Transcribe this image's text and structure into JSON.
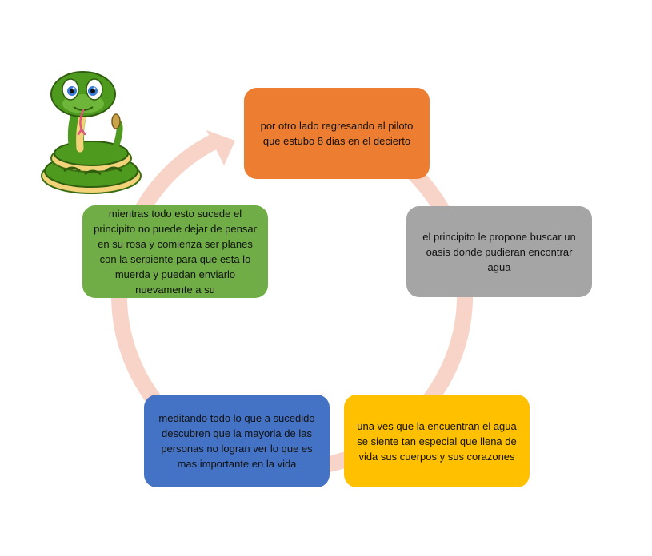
{
  "colors": {
    "ring": "#F8D3C8",
    "top": "#ED7D31",
    "right": "#A5A5A5",
    "bottom_right": "#FFC000",
    "bottom_left": "#4472C4",
    "left": "#70AD47",
    "snake_body": "#4E9A1E",
    "snake_belly": "#F3D37A"
  },
  "nodes": {
    "top": {
      "text": "por otro lado regresando al piloto que estubo 8 dias en el decierto"
    },
    "right": {
      "text": "el principito le propone buscar un oasis donde pudieran encontrar agua"
    },
    "bottom_right": {
      "text": "una ves que la encuentran el agua se siente tan especial que llena de vida sus cuerpos y sus corazones"
    },
    "bottom_left": {
      "text": "meditando todo lo que a sucedido descubren que la mayoria de las personas no logran ver lo que es mas importante en la vida"
    },
    "left": {
      "text": "mientras todo esto sucede el principito no puede dejar de pensar en su rosa y comienza ser planes con la serpiente para que esta lo muerda y puedan enviarlo nuevamente a su"
    }
  },
  "illustration": {
    "icon": "snake-icon"
  }
}
